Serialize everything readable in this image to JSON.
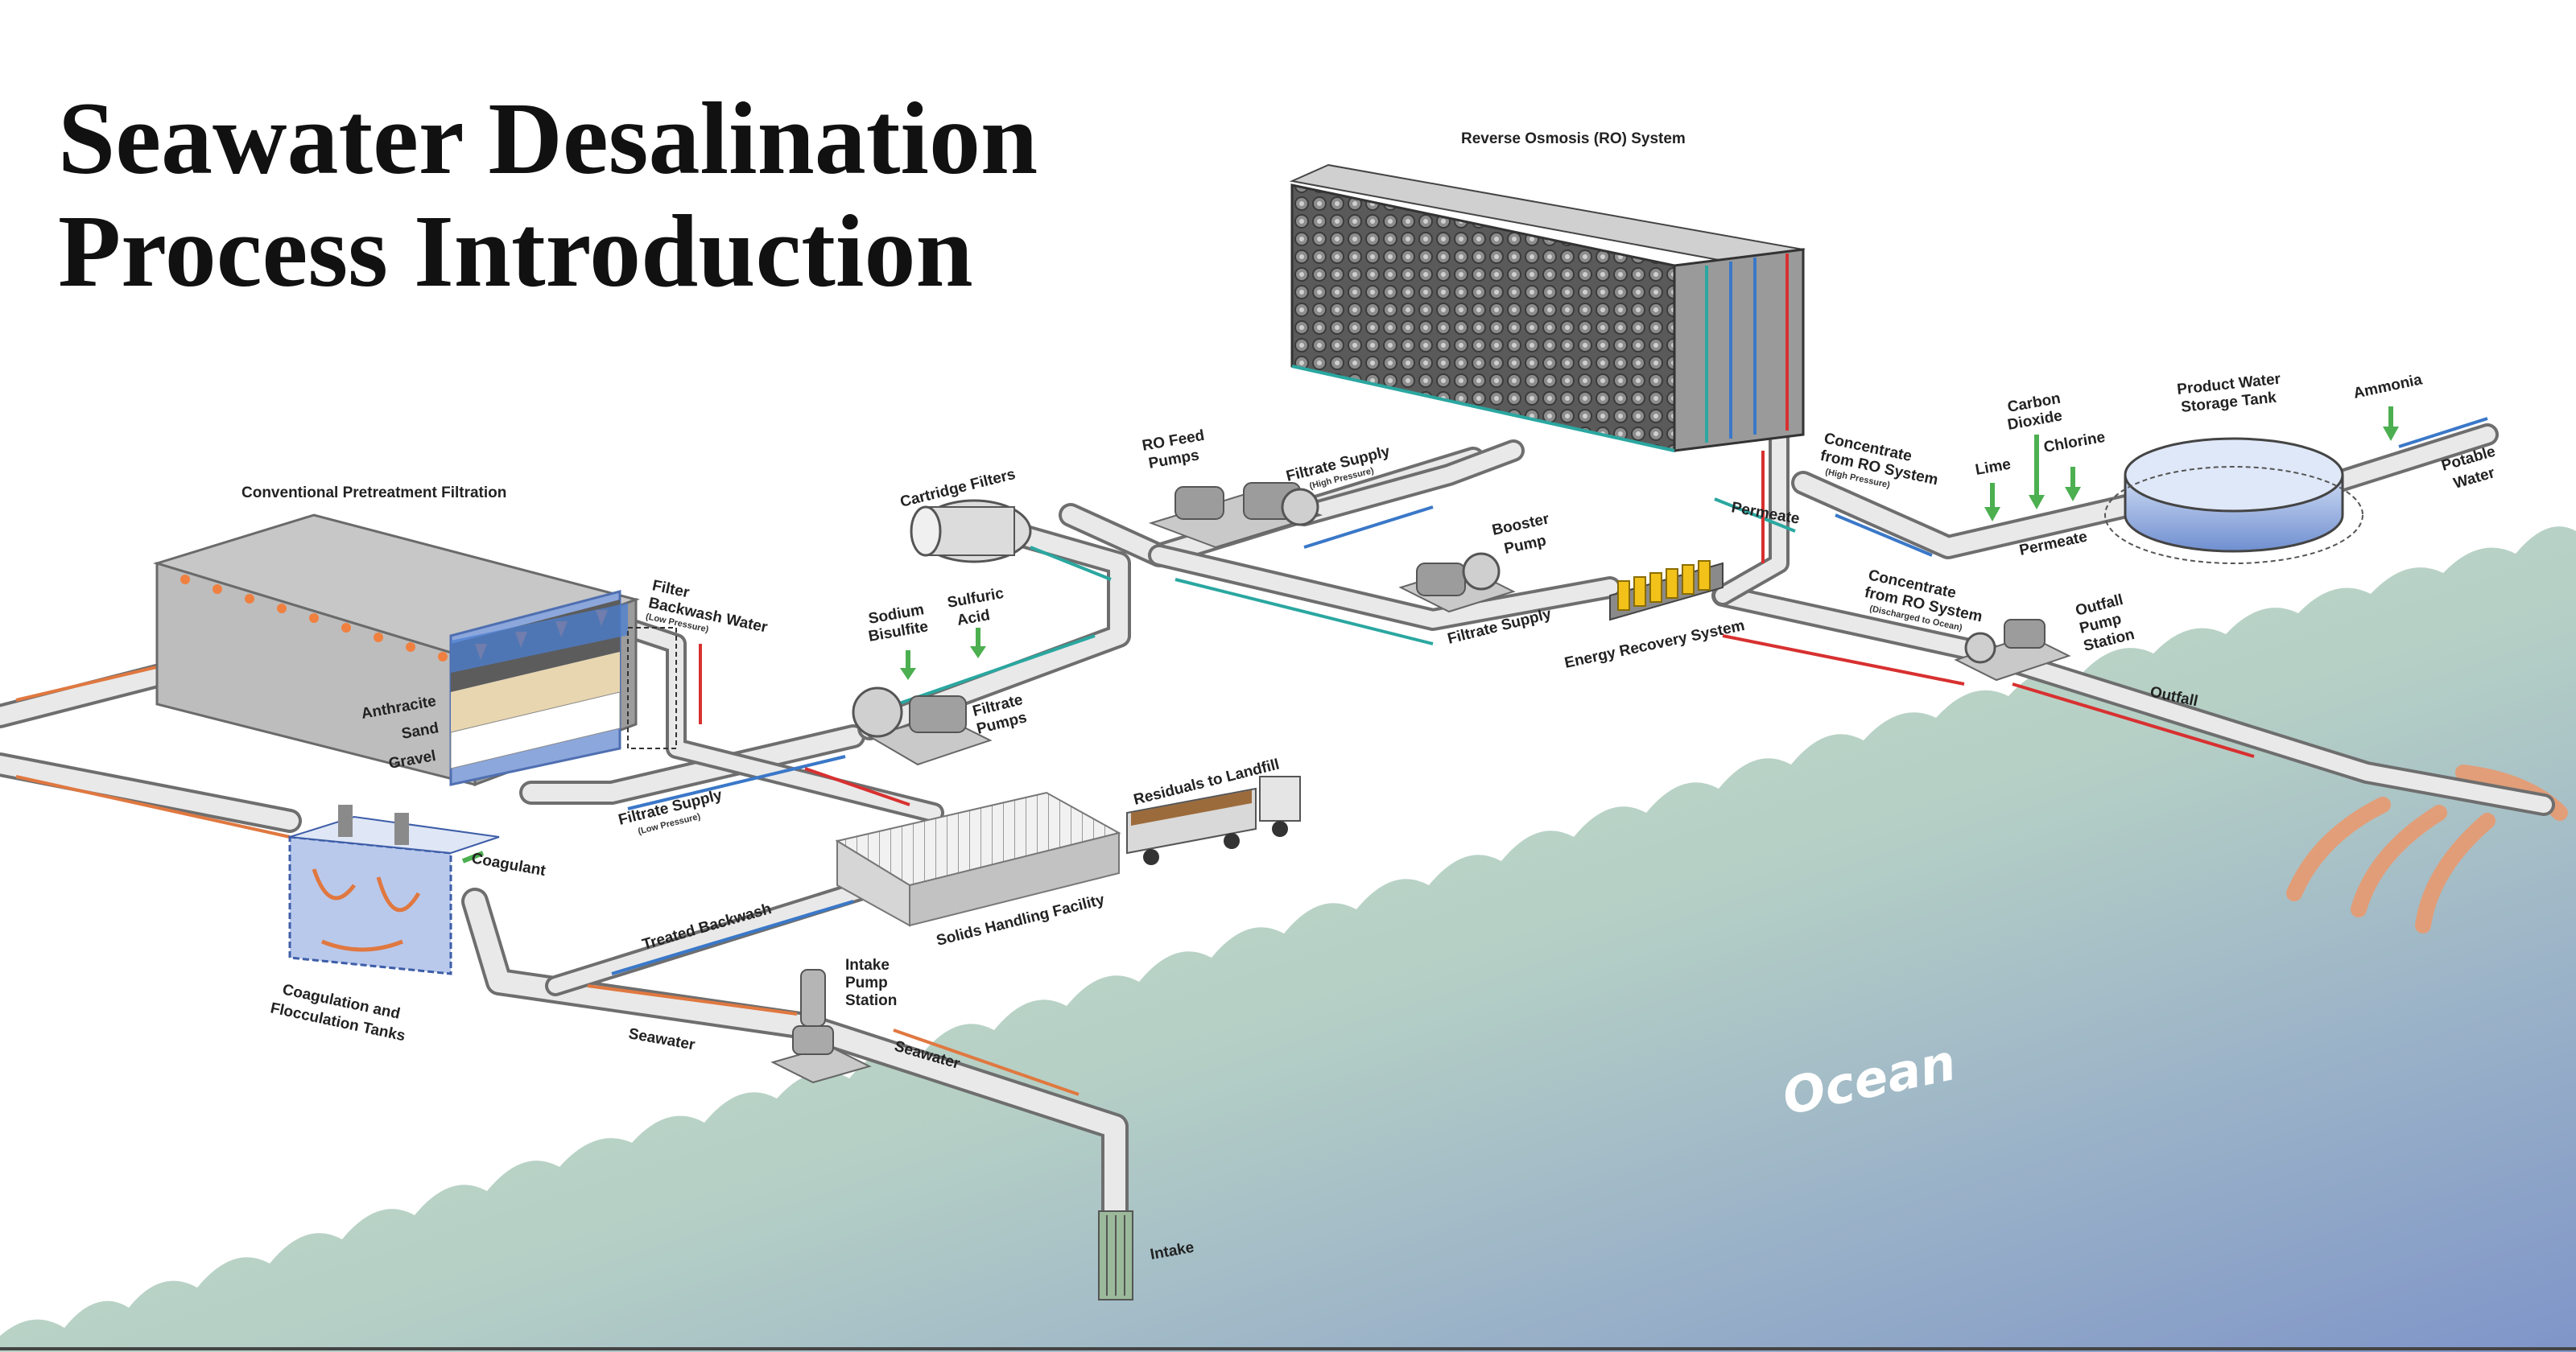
{
  "title": {
    "line1": "Seawater Desalination",
    "line2": "Process Introduction"
  },
  "labels": {
    "ro_system": "Reverse Osmosis (RO) System",
    "pretreatment": "Conventional Pretreatment Filtration",
    "filter_backwash_1": "Filter",
    "filter_backwash_2": "Backwash Water",
    "filter_backwash_note": "(Low Pressure)",
    "anthracite": "Anthracite",
    "sand": "Sand",
    "gravel": "Gravel",
    "filtrate_supply_low": "Filtrate Supply",
    "filtrate_supply_low_note": "(Low Pressure)",
    "cartridge_filters": "Cartridge Filters",
    "sodium_bisulfite_1": "Sodium",
    "sodium_bisulfite_2": "Bisulfite",
    "sulfuric_acid_1": "Sulfuric",
    "sulfuric_acid_2": "Acid",
    "filtrate_pumps_1": "Filtrate",
    "filtrate_pumps_2": "Pumps",
    "ro_feed_pumps_1": "RO Feed",
    "ro_feed_pumps_2": "Pumps",
    "filtrate_supply_high": "Filtrate Supply",
    "filtrate_supply_high_note": "(High Pressure)",
    "booster_pump_1": "Booster",
    "booster_pump_2": "Pump",
    "filtrate_supply": "Filtrate Supply",
    "energy_recovery": "Energy Recovery System",
    "permeate_ro": "Permeate",
    "concentrate_hp_1": "Concentrate",
    "concentrate_hp_2": "from RO System",
    "concentrate_hp_note": "(High Pressure)",
    "concentrate_ocean_1": "Concentrate",
    "concentrate_ocean_2": "from RO System",
    "concentrate_ocean_note": "(Discharged to Ocean)",
    "carbon_dioxide_1": "Carbon",
    "carbon_dioxide_2": "Dioxide",
    "lime": "Lime",
    "chlorine": "Chlorine",
    "permeate_tank": "Permeate",
    "product_tank_1": "Product Water",
    "product_tank_2": "Storage Tank",
    "ammonia": "Ammonia",
    "potable_1": "Potable",
    "potable_2": "Water",
    "outfall_pump_1": "Outfall",
    "outfall_pump_2": "Pump",
    "outfall_pump_3": "Station",
    "outfall": "Outfall",
    "residuals": "Residuals to Landfill",
    "solids_handling": "Solids Handling Facility",
    "treated_backwash": "Treated Backwash",
    "coagulant": "Coagulant",
    "coag_tanks_1": "Coagulation and",
    "coag_tanks_2": "Flocculation Tanks",
    "intake_pump_1": "Intake",
    "intake_pump_2": "Pump",
    "intake_pump_3": "Station",
    "seawater_1": "Seawater",
    "seawater_2": "Seawater",
    "intake": "Intake",
    "ocean": "Ocean"
  },
  "colors": {
    "ocean_top": "#d4e8c2",
    "ocean_bottom": "#7f95c9",
    "pipe": "#e9e9e9",
    "pipe_outline": "#6e6e6e",
    "seawater_flow": "#e07840",
    "filtrate_flow": "#3a78c8",
    "concentrate_flow": "#d83030",
    "permeate_flow": "#2aa7a0",
    "chemical_arrow": "#4caf50"
  }
}
